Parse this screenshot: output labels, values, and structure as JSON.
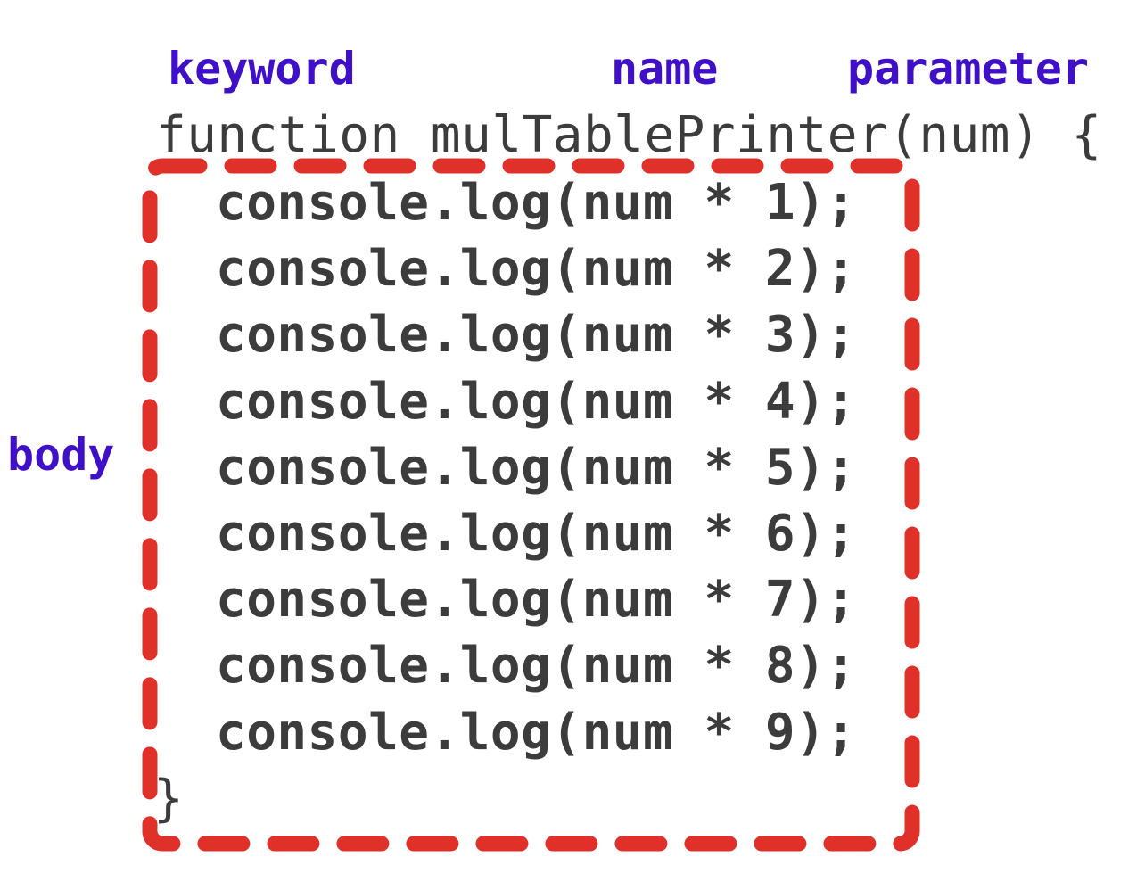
{
  "labels": {
    "keyword": "keyword",
    "name": "name",
    "parameter": "parameter",
    "body": "body"
  },
  "code": {
    "signature": "function mulTablePrinter(num) {",
    "body_lines": [
      "console.log(num * 1);",
      "console.log(num * 2);",
      "console.log(num * 3);",
      "console.log(num * 4);",
      "console.log(num * 5);",
      "console.log(num * 6);",
      "console.log(num * 7);",
      "console.log(num * 8);",
      "console.log(num * 9);"
    ],
    "closing": "}"
  },
  "colors": {
    "label": "#4010c8",
    "code": "#3c3c3c",
    "highlight": "#e0302a"
  }
}
